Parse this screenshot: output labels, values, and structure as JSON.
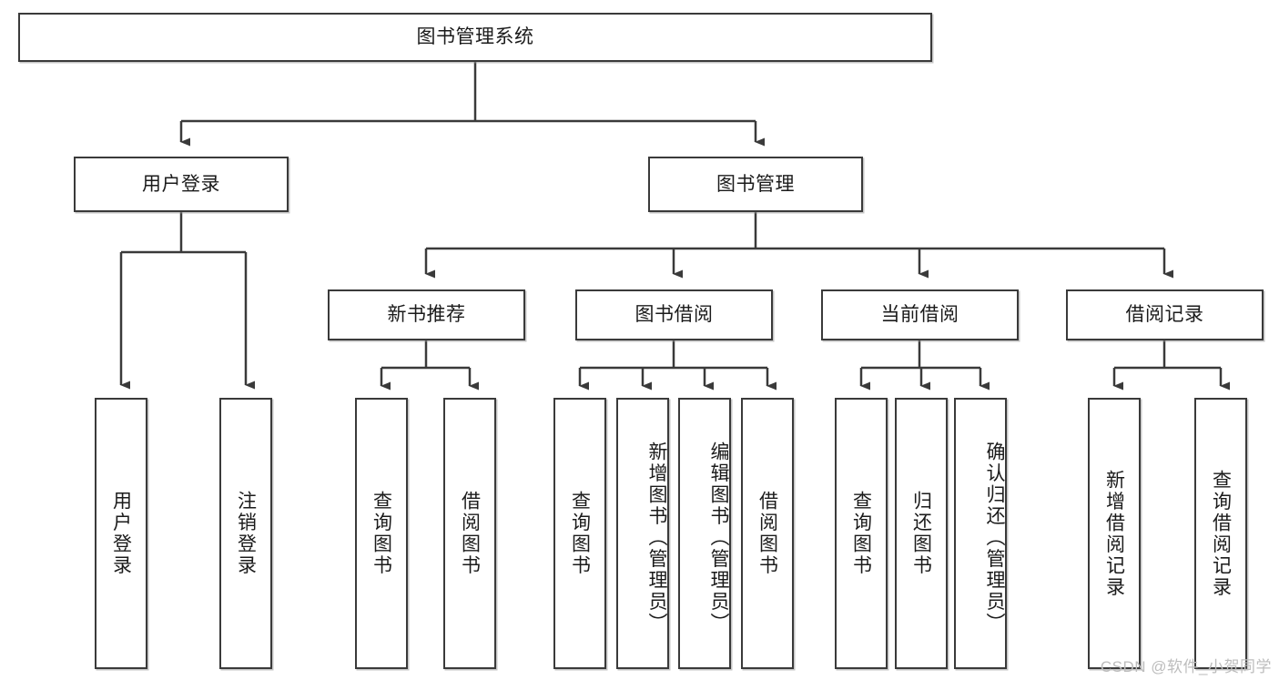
{
  "diagram": {
    "type": "tree-hierarchy",
    "title": "图书管理系统",
    "watermark": "CSDN @软件_小贺同学",
    "colors": {
      "box_border": "#3a3a3a",
      "box_fill": "#ffffff",
      "connector": "#3a3a3a",
      "text": "#1b1b1b",
      "watermark": "#bdbdbd"
    },
    "levels": {
      "level1": [
        {
          "id": "root",
          "label": "图书管理系统",
          "orientation": "horizontal"
        }
      ],
      "level2": [
        {
          "id": "user-login",
          "label": "用户登录",
          "orientation": "horizontal",
          "parent": "root"
        },
        {
          "id": "book-manage",
          "label": "图书管理",
          "orientation": "horizontal",
          "parent": "root"
        }
      ],
      "level3": [
        {
          "id": "new-book-rec",
          "label": "新书推荐",
          "orientation": "horizontal",
          "parent": "book-manage"
        },
        {
          "id": "book-borrow",
          "label": "图书借阅",
          "orientation": "horizontal",
          "parent": "book-manage"
        },
        {
          "id": "current-borrow",
          "label": "当前借阅",
          "orientation": "horizontal",
          "parent": "book-manage"
        },
        {
          "id": "borrow-record",
          "label": "借阅记录",
          "orientation": "horizontal",
          "parent": "book-manage"
        }
      ],
      "leaves": [
        {
          "id": "leaf-user-login",
          "label": "用户登录",
          "orientation": "vertical",
          "parent": "user-login"
        },
        {
          "id": "leaf-user-logout",
          "label": "注销登录",
          "orientation": "vertical",
          "parent": "user-login"
        },
        {
          "id": "leaf-query-book-1",
          "label": "查询图书",
          "orientation": "vertical",
          "parent": "new-book-rec"
        },
        {
          "id": "leaf-borrow-book-1",
          "label": "借阅图书",
          "orientation": "vertical",
          "parent": "new-book-rec"
        },
        {
          "id": "leaf-query-book-2",
          "label": "查询图书",
          "orientation": "vertical",
          "parent": "book-borrow"
        },
        {
          "id": "leaf-add-book",
          "label": "新增图书（管理员）",
          "orientation": "vertical",
          "parent": "book-borrow"
        },
        {
          "id": "leaf-edit-book",
          "label": "编辑图书（管理员）",
          "orientation": "vertical",
          "parent": "book-borrow"
        },
        {
          "id": "leaf-borrow-book-2",
          "label": "借阅图书",
          "orientation": "vertical",
          "parent": "book-borrow"
        },
        {
          "id": "leaf-query-book-3",
          "label": "查询图书",
          "orientation": "vertical",
          "parent": "current-borrow"
        },
        {
          "id": "leaf-return-book",
          "label": "归还图书",
          "orientation": "vertical",
          "parent": "current-borrow"
        },
        {
          "id": "leaf-confirm-return",
          "label": "确认归还（管理员）",
          "orientation": "vertical",
          "parent": "current-borrow"
        },
        {
          "id": "leaf-add-record",
          "label": "新增借阅记录",
          "orientation": "vertical",
          "parent": "borrow-record"
        },
        {
          "id": "leaf-query-record",
          "label": "查询借阅记录",
          "orientation": "vertical",
          "parent": "borrow-record"
        }
      ]
    }
  }
}
